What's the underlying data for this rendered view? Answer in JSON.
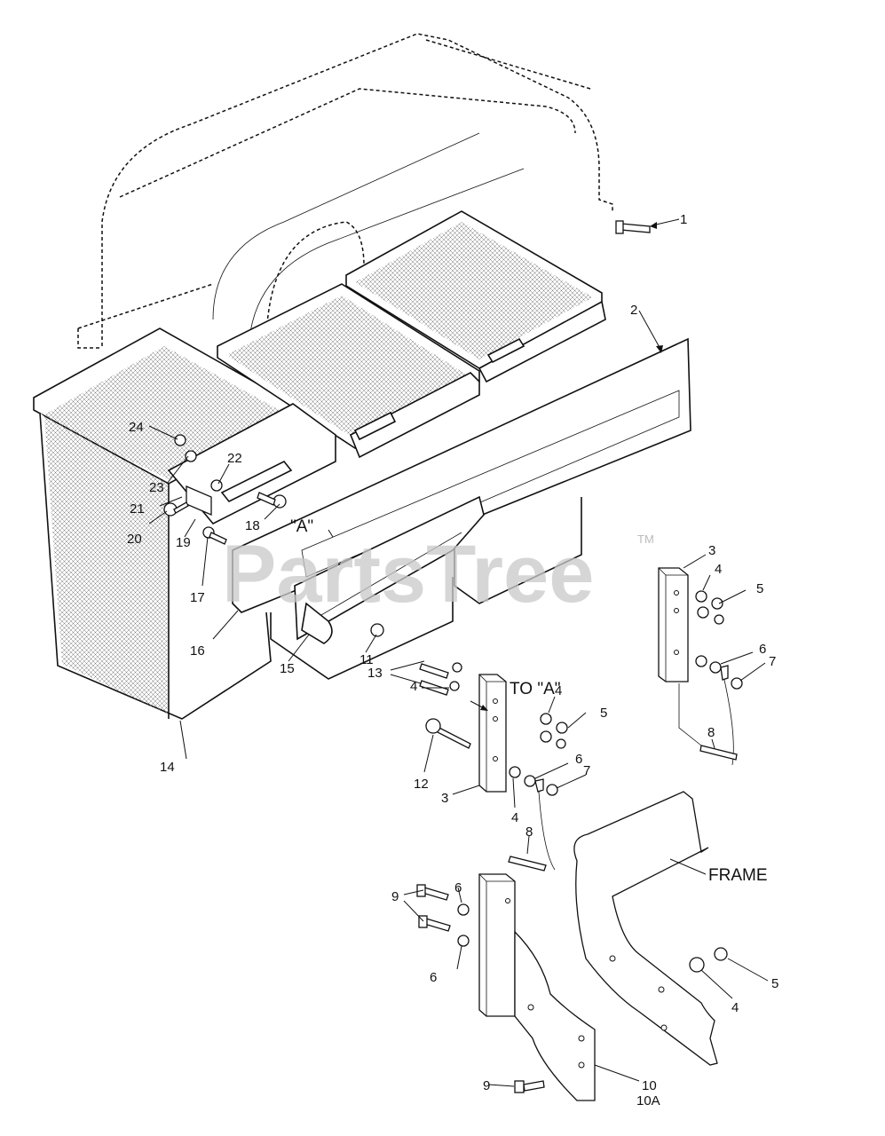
{
  "watermark": {
    "text": "PartsTree",
    "trademark": "TM"
  },
  "callouts": {
    "c1": "1",
    "c2": "2",
    "c3a": "3",
    "c3b": "3",
    "c4a": "4",
    "c4b": "4",
    "c4c": "4",
    "c4d": "4",
    "c4e": "4",
    "c5a": "5",
    "c5b": "5",
    "c5c": "5",
    "c6a": "6",
    "c6b": "6",
    "c6c": "6",
    "c6d": "6",
    "c7a": "7",
    "c7b": "7",
    "c8a": "8",
    "c8b": "8",
    "c9a": "9",
    "c9b": "9",
    "c10": "10",
    "c10a": "10A",
    "c11": "11",
    "c12": "12",
    "c13": "13",
    "c14": "14",
    "c15": "15",
    "c16": "16",
    "c17": "17",
    "c18": "18",
    "c19": "19",
    "c20": "20",
    "c21": "21",
    "c22": "22",
    "c23": "23",
    "c24": "24"
  },
  "annotations": {
    "ref_a": "\"A\"",
    "to_a": "TO \"A\"",
    "frame": "FRAME"
  }
}
